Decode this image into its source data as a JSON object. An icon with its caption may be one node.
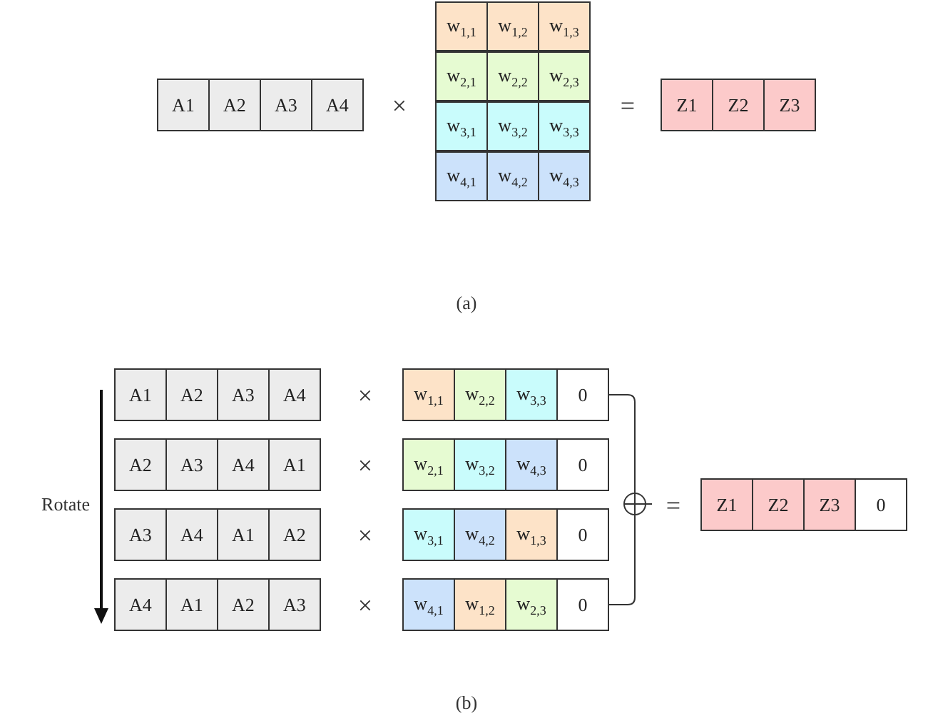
{
  "diagram": {
    "nodes": [
      {
        "text": [
          "A1"
        ]
      },
      {
        "text": [
          "A2"
        ]
      },
      {
        "text": [
          "A3"
        ]
      },
      {
        "text": [
          "A4"
        ]
      },
      {
        "text": [
          "w$_{1,1}$"
        ]
      },
      {
        "text": [
          "w$_{1,2}$"
        ]
      },
      {
        "text": [
          "w$_{1,3}$"
        ]
      },
      {
        "text": [
          "w$_{2,1}$"
        ]
      },
      {
        "text": [
          "w$_{2,2}$"
        ]
      },
      {
        "text": [
          "w$_{2,3}$"
        ]
      },
      {
        "text": [
          "w$_{3,1}$"
        ]
      },
      {
        "text": [
          "w$_{3,2}$"
        ]
      },
      {
        "text": [
          "w$_{3,3}$"
        ]
      },
      {
        "text": [
          "w$_{4,1}$"
        ]
      },
      {
        "text": [
          "w$_{4,2}$"
        ]
      },
      {
        "text": [
          "w$_{4,3}$"
        ]
      },
      {
        "text": [
          "Z1"
        ]
      },
      {
        "text": [
          "Z2"
        ]
      },
      {
        "text": [
          "Z3"
        ]
      },
      {
        "text": [
          "A1"
        ]
      },
      {
        "text": [
          "A2"
        ]
      },
      {
        "text": [
          "A3"
        ]
      },
      {
        "text": [
          "A4"
        ]
      },
      {
        "text": [
          "w$_{1,1}$"
        ]
      },
      {
        "text": [
          "w$_{2,2}$"
        ]
      },
      {
        "text": [
          "w$_{3,3}$"
        ]
      },
      {
        "text": [
          "0"
        ]
      },
      {
        "text": [
          "A2"
        ]
      },
      {
        "text": [
          "A3"
        ]
      },
      {
        "text": [
          "A4"
        ]
      },
      {
        "text": [
          "A1"
        ]
      },
      {
        "text": [
          "w$_{2,1}$"
        ]
      },
      {
        "text": [
          "w$_{3,2}$"
        ]
      },
      {
        "text": [
          "w$_{4,3}$"
        ]
      },
      {
        "text": [
          "0"
        ]
      },
      {
        "text": [
          "A3"
        ]
      },
      {
        "text": [
          "A4"
        ]
      },
      {
        "text": [
          "A1"
        ]
      },
      {
        "text": [
          "A2"
        ]
      },
      {
        "text": [
          "w$_{3,1}$"
        ]
      },
      {
        "text": [
          "w$_{4,2}$"
        ]
      },
      {
        "text": [
          "w$_{1,3}$"
        ]
      },
      {
        "text": [
          "0"
        ]
      },
      {
        "text": [
          "A4"
        ]
      },
      {
        "text": [
          "A1"
        ]
      },
      {
        "text": [
          "A2"
        ]
      },
      {
        "text": [
          "A3"
        ]
      },
      {
        "text": [
          "w$_{4,1}$"
        ]
      },
      {
        "text": [
          "w$_{1,2}$"
        ]
      },
      {
        "text": [
          "w$_{2,3}$"
        ]
      },
      {
        "text": [
          "0"
        ]
      },
      {
        "text": [],
        "shape": "circle"
      },
      {
        "text": [
          "Z1"
        ]
      },
      {
        "text": [
          "Z2"
        ]
      },
      {
        "text": [
          "Z3"
        ]
      },
      {
        "text": [
          "0"
        ]
      }
    ],
    "edges": [
      {
        "from": 26,
        "to": 51,
        "arrow": "none"
      },
      {
        "from": 50,
        "to": 51,
        "arrow": "none"
      }
    ],
    "labels": [
      "×",
      "=",
      "(a)",
      "×",
      "×",
      "Rotate",
      "=",
      "×",
      "×",
      "(b)"
    ]
  }
}
